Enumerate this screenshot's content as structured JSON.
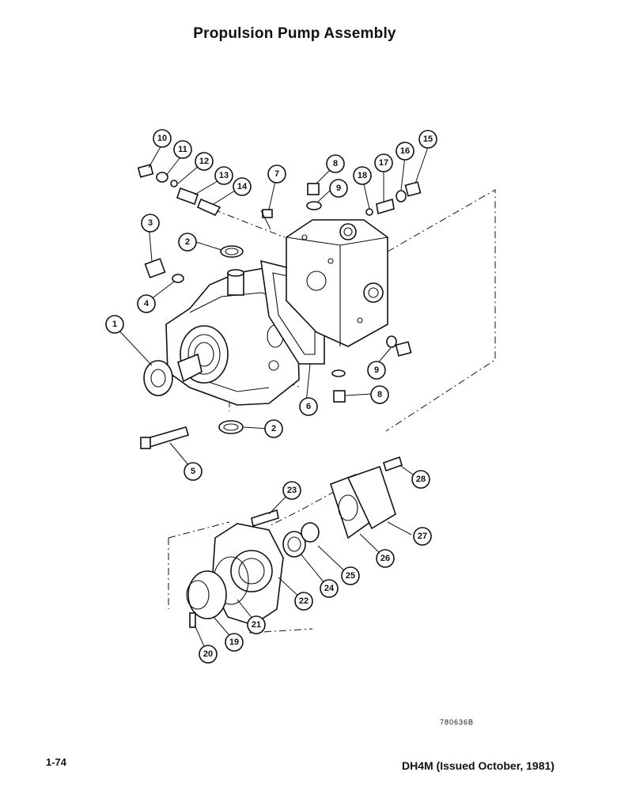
{
  "page": {
    "title": "Propulsion Pump Assembly",
    "drawing_id": "780636B",
    "page_number": "1-74",
    "footer": "DH4M (Issued October, 1981)"
  },
  "callouts": [
    {
      "id": "callout-1",
      "label": "1"
    },
    {
      "id": "callout-2a",
      "label": "2"
    },
    {
      "id": "callout-2b",
      "label": "2"
    },
    {
      "id": "callout-3",
      "label": "3"
    },
    {
      "id": "callout-4",
      "label": "4"
    },
    {
      "id": "callout-5",
      "label": "5"
    },
    {
      "id": "callout-6",
      "label": "6"
    },
    {
      "id": "callout-7",
      "label": "7"
    },
    {
      "id": "callout-8a",
      "label": "8"
    },
    {
      "id": "callout-8b",
      "label": "8"
    },
    {
      "id": "callout-9a",
      "label": "9"
    },
    {
      "id": "callout-9b",
      "label": "9"
    },
    {
      "id": "callout-10",
      "label": "10"
    },
    {
      "id": "callout-11",
      "label": "11"
    },
    {
      "id": "callout-12",
      "label": "12"
    },
    {
      "id": "callout-13",
      "label": "13"
    },
    {
      "id": "callout-14",
      "label": "14"
    },
    {
      "id": "callout-15",
      "label": "15"
    },
    {
      "id": "callout-16",
      "label": "16"
    },
    {
      "id": "callout-17",
      "label": "17"
    },
    {
      "id": "callout-18",
      "label": "18"
    },
    {
      "id": "callout-19",
      "label": "19"
    },
    {
      "id": "callout-20",
      "label": "20"
    },
    {
      "id": "callout-21",
      "label": "21"
    },
    {
      "id": "callout-22",
      "label": "22"
    },
    {
      "id": "callout-23",
      "label": "23"
    },
    {
      "id": "callout-24",
      "label": "24"
    },
    {
      "id": "callout-25",
      "label": "25"
    },
    {
      "id": "callout-26",
      "label": "26"
    },
    {
      "id": "callout-27",
      "label": "27"
    },
    {
      "id": "callout-28",
      "label": "28"
    }
  ]
}
